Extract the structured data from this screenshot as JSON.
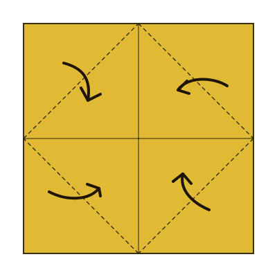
{
  "diagram": {
    "paper_color": "#E0B935",
    "border_color": "#3a2f10",
    "crease_color": "#2b2410",
    "arrow_color": "#1e1408",
    "dashed_fold_lines": 4,
    "solid_crease_lines": 2,
    "fold_arrows": [
      {
        "corner": "top-left",
        "icon": "curved-fold-arrow"
      },
      {
        "corner": "top-right",
        "icon": "curved-fold-arrow"
      },
      {
        "corner": "bottom-left",
        "icon": "curved-fold-arrow"
      },
      {
        "corner": "bottom-right",
        "icon": "curved-fold-arrow"
      }
    ]
  }
}
